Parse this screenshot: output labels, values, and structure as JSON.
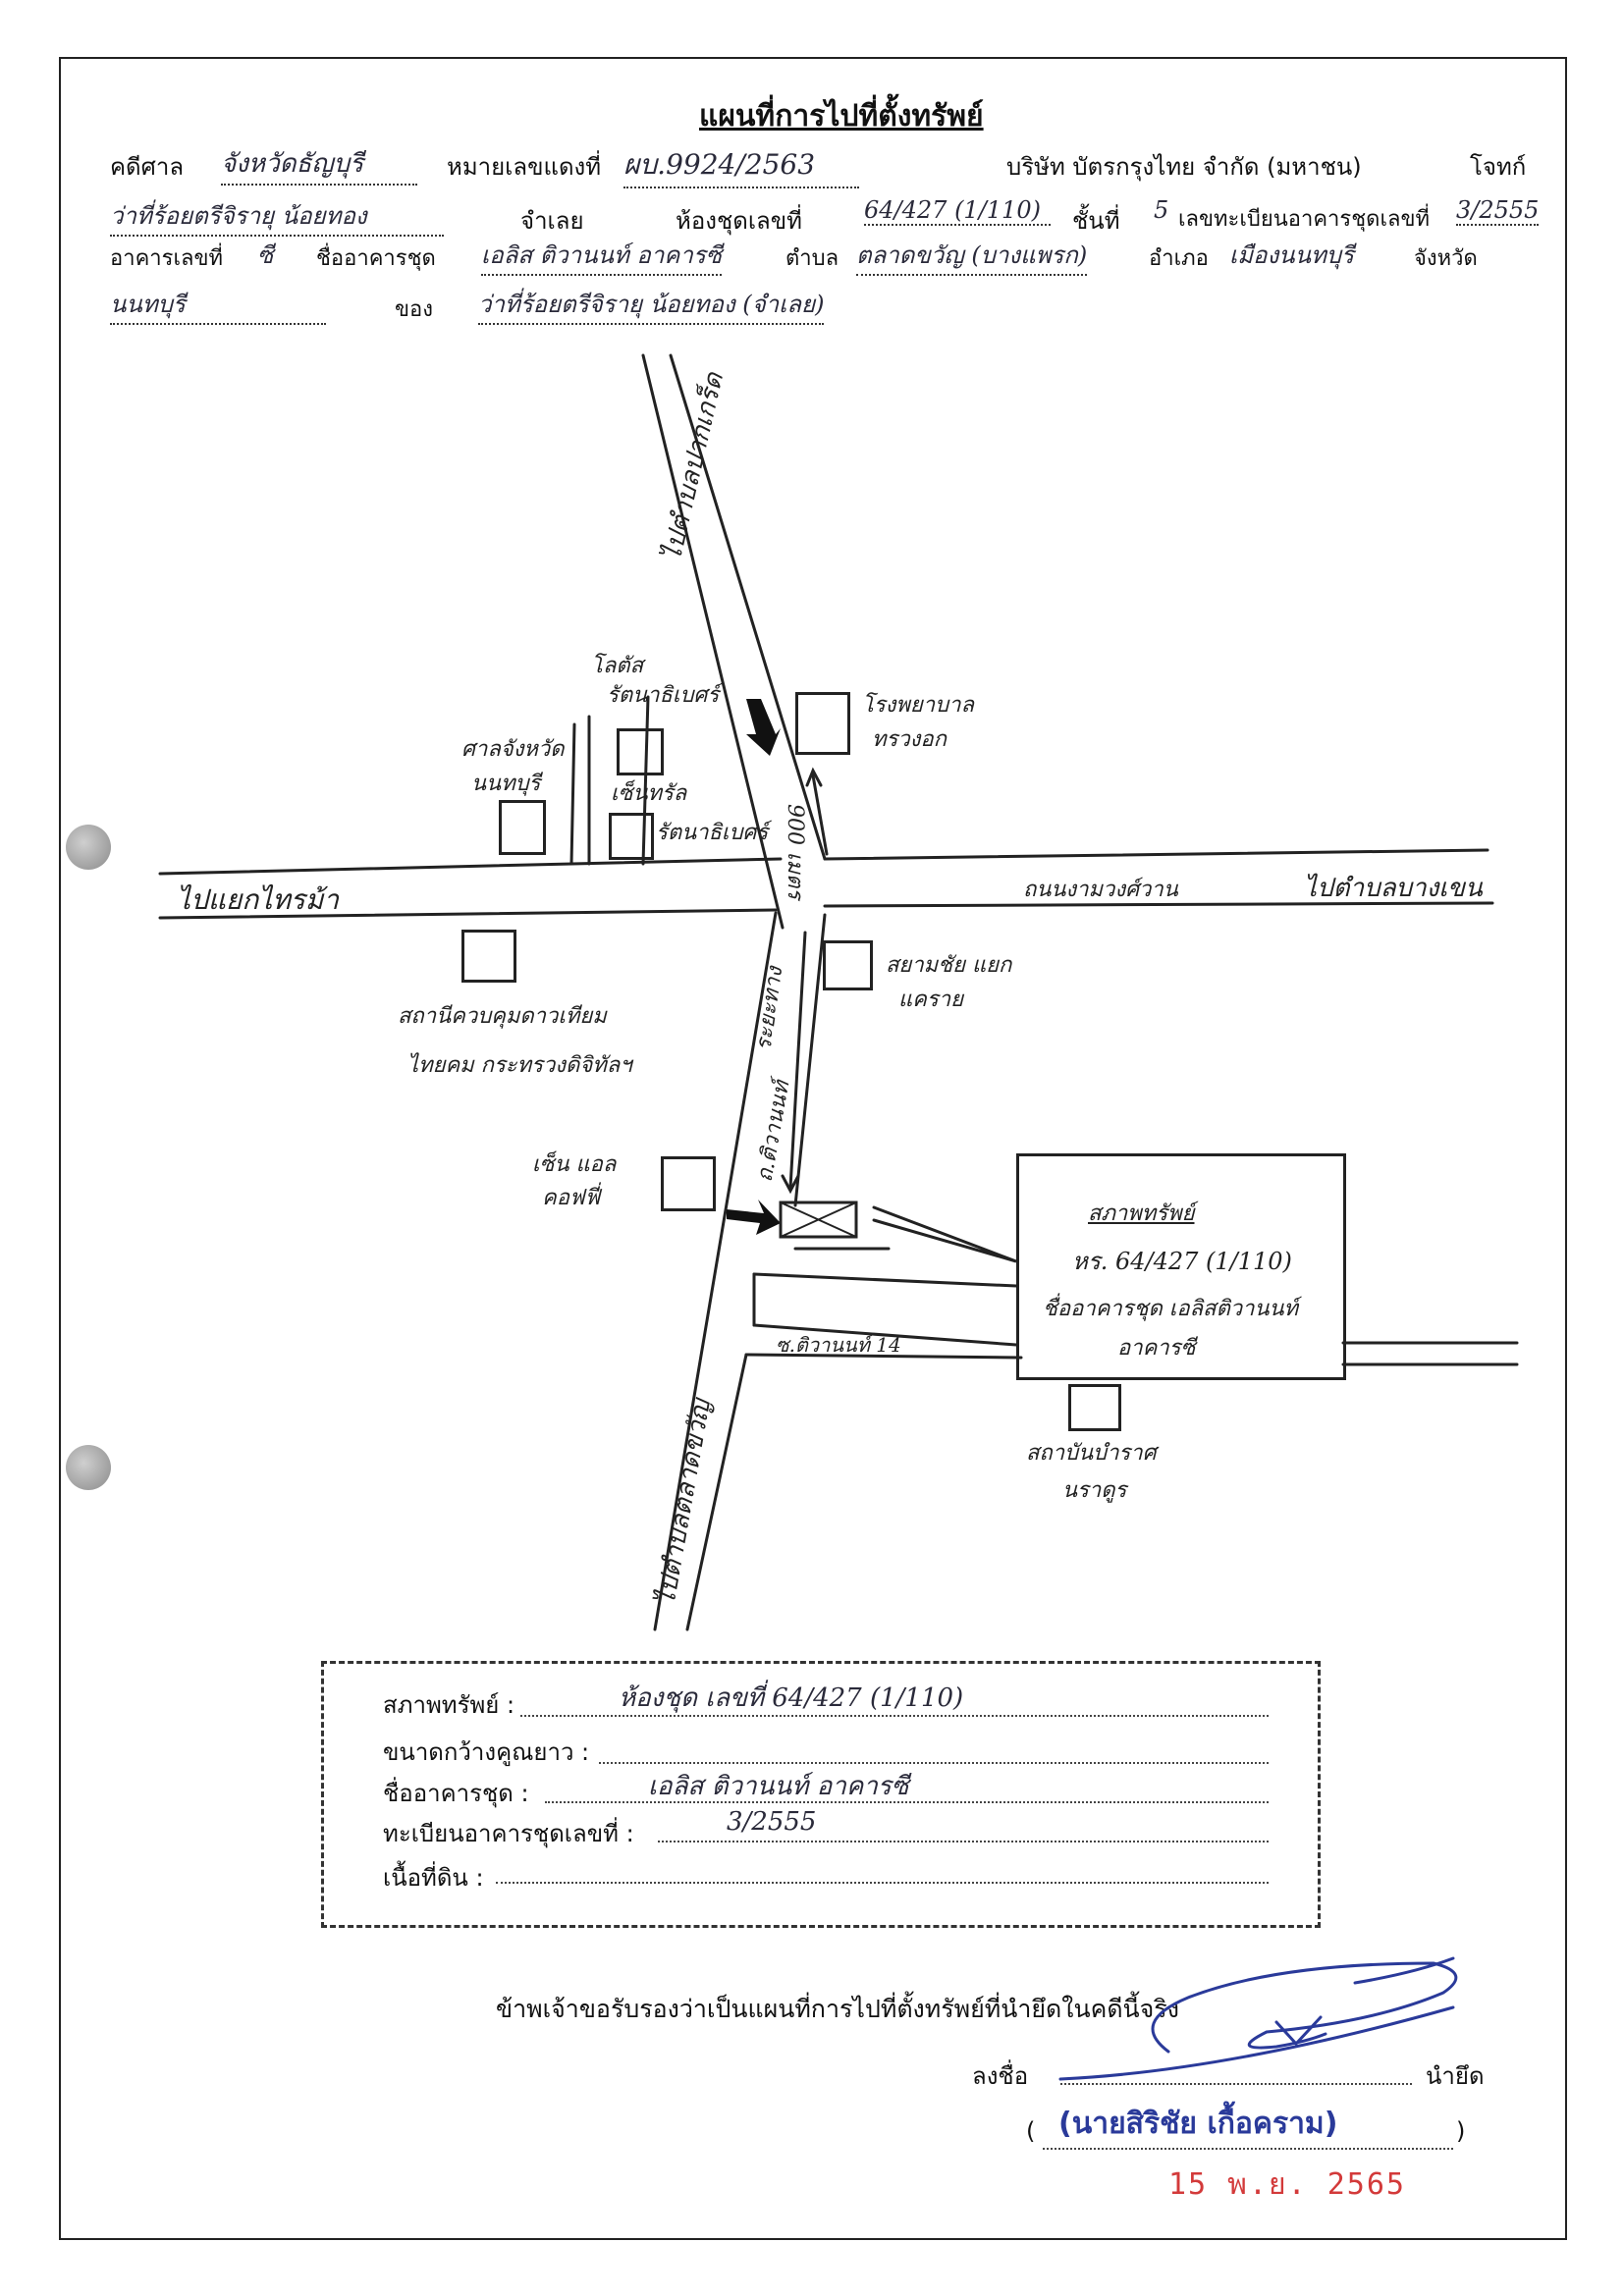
{
  "header": {
    "title": "แผนที่การไปที่ตั้งทรัพย์",
    "court_label": "คดีศาล",
    "court_value": "จังหวัดธัญบุรี",
    "case_label": "หมายเลขแดงที่",
    "case_value": "ผบ.9924/2563",
    "plaintiff_value": "บริษัท บัตรกรุงไทย จำกัด (มหาชน)",
    "plaintiff_label": "โจทก์",
    "defendant_value": "ว่าที่ร้อยตรีจิรายุ น้อยทอง",
    "defendant_label": "จำเลย",
    "unit_label": "ห้องชุดเลขที่",
    "unit_value": "64/427 (1/110)",
    "floor_label": "ชั้นที่",
    "floor_value": "5",
    "reg_label": "เลขทะเบียนอาคารชุดเลขที่",
    "reg_value": "3/2555",
    "building_no_label": "อาคารเลขที่",
    "building_no_value": "ซี",
    "condo_name_label": "ชื่ออาคารชุด",
    "condo_name_value": "เอลิส ติวานนท์ อาคารซี",
    "subdistrict_label": "ตำบล",
    "subdistrict_value": "ตลาดขวัญ (บางแพรก)",
    "district_label": "อำเภอ",
    "district_value": "เมืองนนทบุรี",
    "province_label": "จังหวัด",
    "province_value": "นนทบุรี",
    "owner_label": "ของ",
    "owner_value": "ว่าที่ร้อยตรีจิรายุ น้อยทอง (จำเลย)"
  },
  "map": {
    "road_north": "ไปตำบลปากเกร็ด",
    "road_south": "ไปตำบลตลาดขวัญ",
    "road_west": "ไปแยกไทรม้า",
    "road_east": "ไปตำบลบางเขน",
    "road_east_name": "ถนนงามวงศ์วาน",
    "distance": "900 เมตร",
    "tiwanon_road": "ถ.ติวานนท์",
    "distance_label": "ระยะทาง",
    "soi": "ซ.ติวานนท์ 14",
    "lm_lotus_1": "โลตัส",
    "lm_lotus_2": "รัตนาธิเบศร์",
    "lm_court_1": "ศาลจังหวัด",
    "lm_court_2": "นนทบุรี",
    "lm_central_1": "เซ็นทรัล",
    "lm_central_2": "รัตนาธิเบศร์",
    "lm_hospital_1": "โรงพยาบาล",
    "lm_hospital_2": "ทรวงอก",
    "lm_bank_1": "สยามชัย แยก",
    "lm_bank_2": "แคราย",
    "lm_station_1": "สถานีควบคุมดาวเทียม",
    "lm_station_2": "ไทยคม กระทรวงดิจิทัลฯ",
    "lm_711_1": "เซ็น แอล",
    "lm_711_2": "คอฟฟี่",
    "lm_school_1": "สถาบันบำราศ",
    "lm_school_2": "นราดูร",
    "property_title": "สภาพทรัพย์",
    "property_line1": "หร. 64/427 (1/110)",
    "property_line2": "ชื่ออาคารชุด เอลิสติวานนท์",
    "property_line3": "อาคารซี"
  },
  "info_box": {
    "condition_label": "สภาพทรัพย์ :",
    "condition_value": "ห้องชุด เลขที่ 64/427 (1/110)",
    "size_label": "ขนาดกว้างคูณยาว :",
    "size_value": "",
    "condo_label": "ชื่ออาคารชุด :",
    "condo_value": "เอลิส ติวานนท์ อาคารซี",
    "reg_label": "ทะเบียนอาคารชุดเลขที่ :",
    "reg_value": "3/2555",
    "land_label": "เนื้อที่ดิน :",
    "land_value": ""
  },
  "footer": {
    "certify": "ข้าพเจ้าขอรับรองว่าเป็นแผนที่การไปที่ตั้งทรัพย์ที่นำยึดในคดีนี้จริง",
    "sign_label": "ลงชื่อ",
    "seizer_label": "นำยึด",
    "open_paren": "(",
    "close_paren": ")",
    "stamp_name": "(นายสิริชัย เกื้อคราม)",
    "stamp_date": "15 พ.ย. 2565"
  },
  "colors": {
    "stamp_blue": "#2a3a9a",
    "stamp_red": "#d33a3a"
  }
}
